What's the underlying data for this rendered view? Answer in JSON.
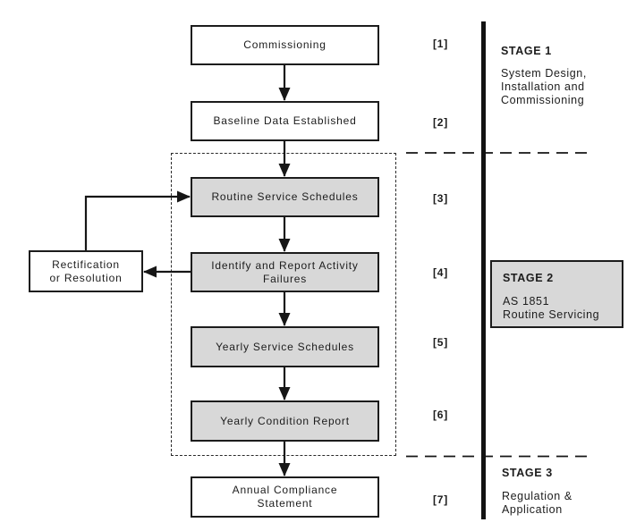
{
  "flow": {
    "nodes": [
      {
        "ref": "[1]",
        "label": "Commissioning",
        "shaded": false
      },
      {
        "ref": "[2]",
        "label": "Baseline Data Established",
        "shaded": false
      },
      {
        "ref": "[3]",
        "label": "Routine Service Schedules",
        "shaded": true
      },
      {
        "ref": "[4]",
        "label": "Identify and Report Activity\nFailures",
        "shaded": true
      },
      {
        "ref": "[5]",
        "label": "Yearly Service Schedules",
        "shaded": true
      },
      {
        "ref": "[6]",
        "label": "Yearly Condition Report",
        "shaded": true
      },
      {
        "ref": "[7]",
        "label": "Annual Compliance\nStatement",
        "shaded": false
      }
    ],
    "feedback_node": {
      "label": "Rectification\nor Resolution"
    }
  },
  "stages": [
    {
      "title": "STAGE 1",
      "description": "System Design,\nInstallation and\nCommissioning",
      "boxed": false
    },
    {
      "title": "STAGE 2",
      "description": "AS 1851\nRoutine Servicing",
      "boxed": true
    },
    {
      "title": "STAGE 3",
      "description": "Regulation &\nApplication",
      "boxed": false
    }
  ],
  "colors": {
    "background": "#ffffff",
    "box_border": "#1c1c1c",
    "shaded_fill": "#d8d8d8",
    "line": "#161616"
  }
}
